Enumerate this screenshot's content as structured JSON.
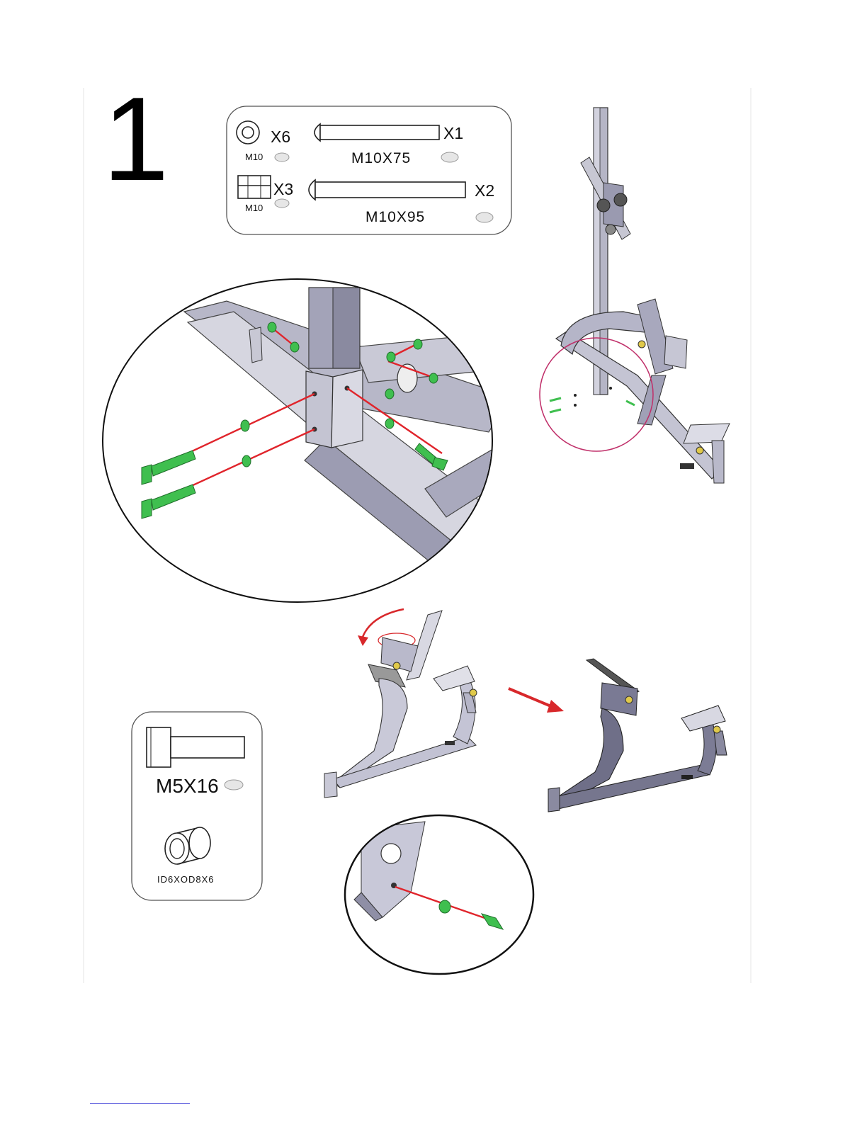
{
  "step": {
    "number": "1"
  },
  "hardware_panel_top": {
    "washer": {
      "qty": "X6",
      "spec": "M10"
    },
    "nut": {
      "qty": "X3",
      "spec": "M10"
    },
    "bolt_short": {
      "qty": "X1",
      "spec": "M10X75"
    },
    "bolt_long": {
      "qty": "X2",
      "spec": "M10X95"
    }
  },
  "hardware_panel_bottom": {
    "screw": {
      "spec": "M5X16"
    },
    "spacer": {
      "spec": "ID6XOD8X6"
    }
  },
  "colors": {
    "frame": "#b9b9c9",
    "frame_dark": "#6f6f86",
    "bolt": "#3fbf4f",
    "line": "#e0242b",
    "callout": "#c0306a",
    "arrow": "#d8282b"
  }
}
